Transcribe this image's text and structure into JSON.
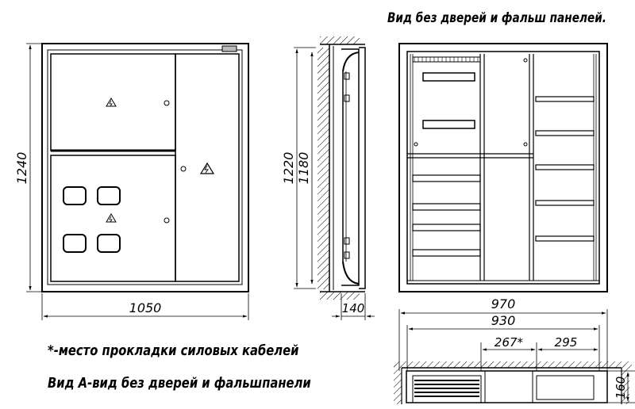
{
  "title_top": "Вид без дверей и фальш панелей.",
  "notes": {
    "cable_note": "*-место прокладки силовых кабелей",
    "view_a_note": "Вид А-вид без дверей и фальшпанели"
  },
  "dimensions": {
    "front_height": "1240",
    "front_width": "1050",
    "side_outer_height": "1220",
    "side_inner_height": "1180",
    "side_depth": "140",
    "plan_outer_width": "970",
    "plan_inner_width": "930",
    "plan_cable_zone": "267*",
    "plan_right_zone": "295",
    "plan_depth": "160"
  }
}
